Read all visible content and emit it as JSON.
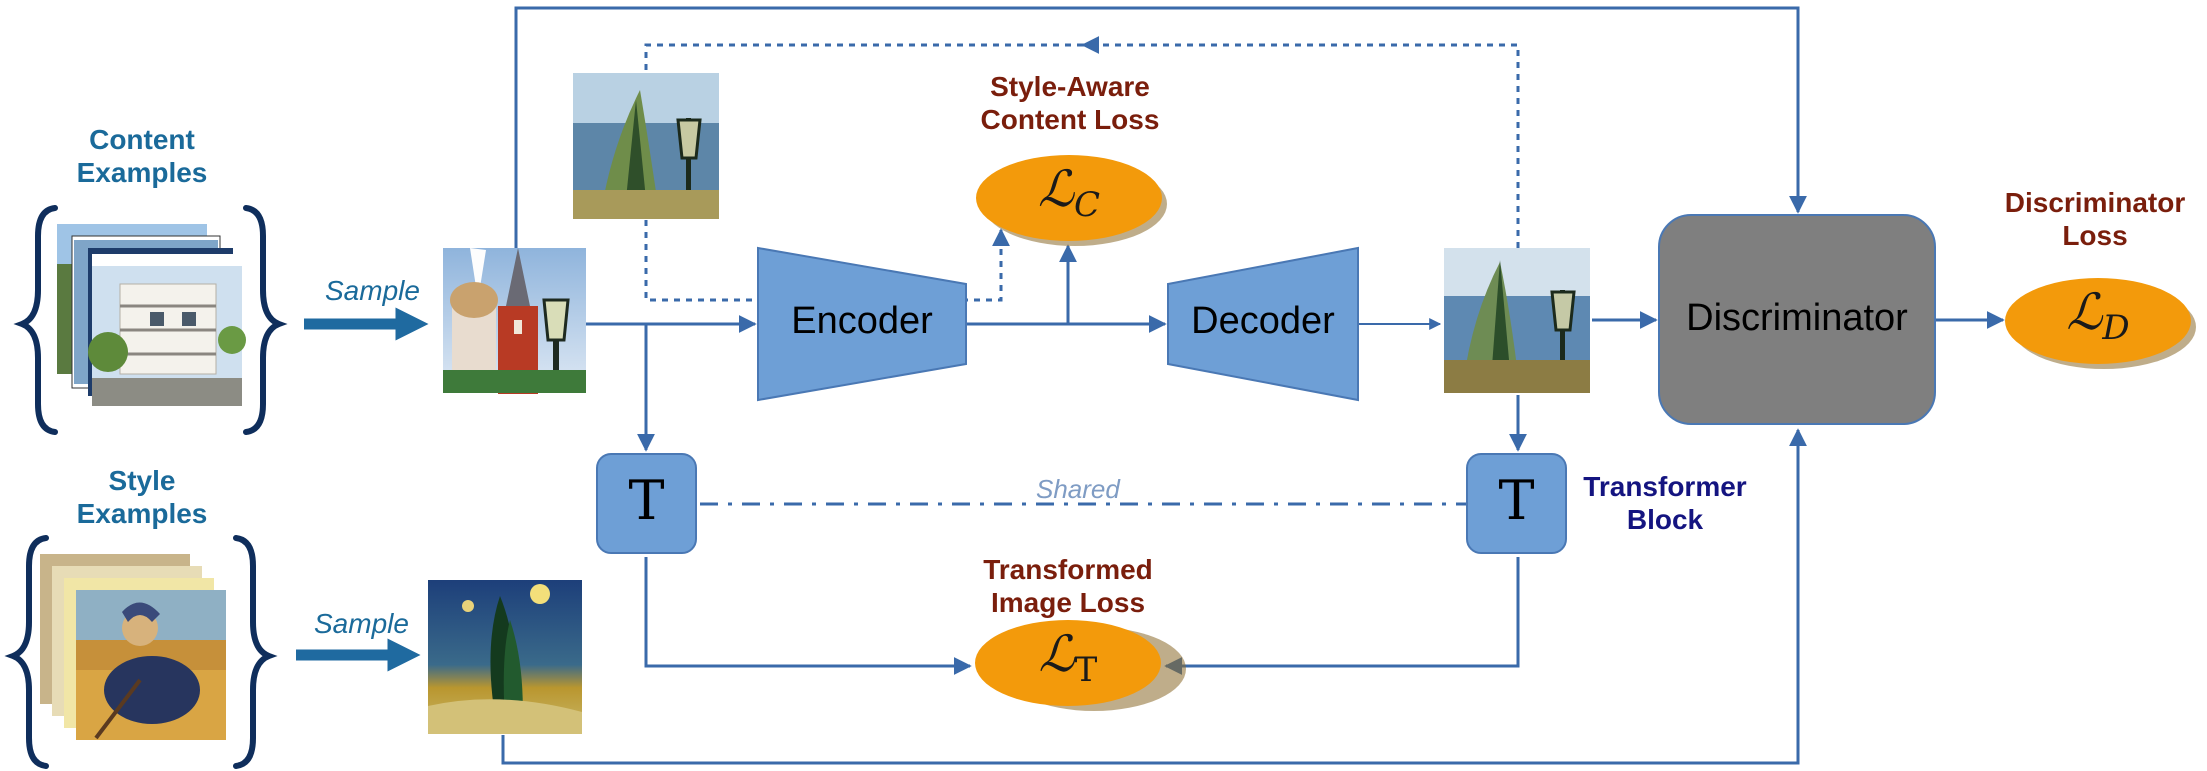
{
  "labels": {
    "content_examples": [
      "Content",
      "Examples"
    ],
    "style_examples": [
      "Style",
      "Examples"
    ],
    "sample_top": "Sample",
    "sample_bottom": "Sample",
    "style_aware_loss": [
      "Style-Aware",
      "Content Loss"
    ],
    "transformed_loss": [
      "Transformed",
      "Image Loss"
    ],
    "discriminator_loss": [
      "Discriminator",
      "Loss"
    ],
    "transformer_block": [
      "Transformer",
      "Block"
    ],
    "shared": "Shared"
  },
  "blocks": {
    "encoder": "Encoder",
    "decoder": "Decoder",
    "discriminator": "Discriminator",
    "transformer_left": "T",
    "transformer_right": "T"
  },
  "losses": {
    "content": {
      "symbol": "ℒ",
      "subscript": "C"
    },
    "transformed": {
      "symbol": "ℒ",
      "subscript": "T"
    },
    "discriminator": {
      "symbol": "ℒ",
      "subscript": "D"
    }
  },
  "colors": {
    "arrow": "#3a6aaa",
    "block_fill": "#6e9fd6",
    "block_stroke": "#4a78b4",
    "discriminator_fill": "#7f7f7f",
    "loss_fill": "#f39a0b",
    "bracket": "#0f2e5c"
  }
}
